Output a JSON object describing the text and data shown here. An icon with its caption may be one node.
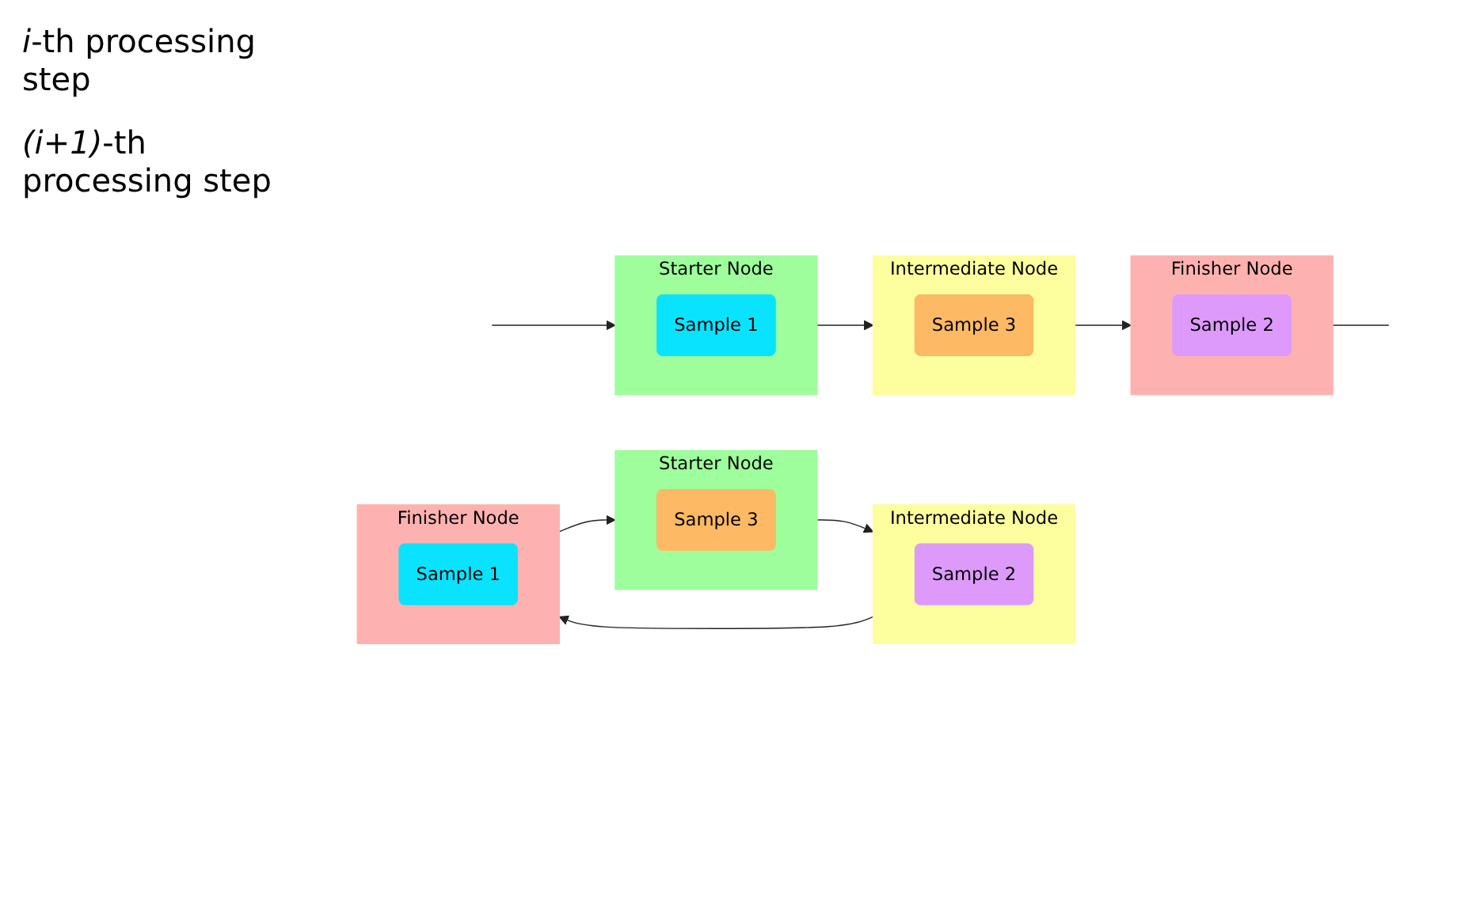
{
  "diagram": {
    "nodes": [
      {
        "text": [
          "Starter Node"
        ]
      },
      {
        "text": [
          "Sample 3"
        ],
        "in": 0
      },
      {
        "text": [
          "Intermediate Node"
        ]
      },
      {
        "text": [
          "Sample 2"
        ],
        "in": 2
      },
      {
        "text": [
          "Finisher Node"
        ]
      },
      {
        "text": [
          "Sample 1"
        ],
        "in": 4
      },
      {
        "text": [
          "Starter Node"
        ]
      },
      {
        "text": [
          "Sample 1"
        ],
        "in": 6
      },
      {
        "text": [
          "Intermediate Node"
        ]
      },
      {
        "text": [
          "Sample 3"
        ],
        "in": 8
      },
      {
        "text": [
          "Finisher Node"
        ]
      },
      {
        "text": [
          "Sample 2"
        ],
        "in": 10
      }
    ],
    "edges": [
      {
        "from": 0,
        "to": 2,
        "arrow": "to"
      },
      {
        "from": 2,
        "to": 4,
        "arrow": "to"
      },
      {
        "from": 4,
        "to": 0,
        "arrow": "to"
      },
      {
        "from": 6,
        "to": 8,
        "arrow": "to"
      },
      {
        "from": 8,
        "to": 10,
        "arrow": "to"
      },
      {
        "from": 10,
        "to": null,
        "arrow": "none"
      },
      {
        "from": null,
        "to": 6,
        "arrow": "to"
      }
    ],
    "labels": [
      "*i*-th processing step",
      "*(i+1)*-th processing step"
    ]
  }
}
